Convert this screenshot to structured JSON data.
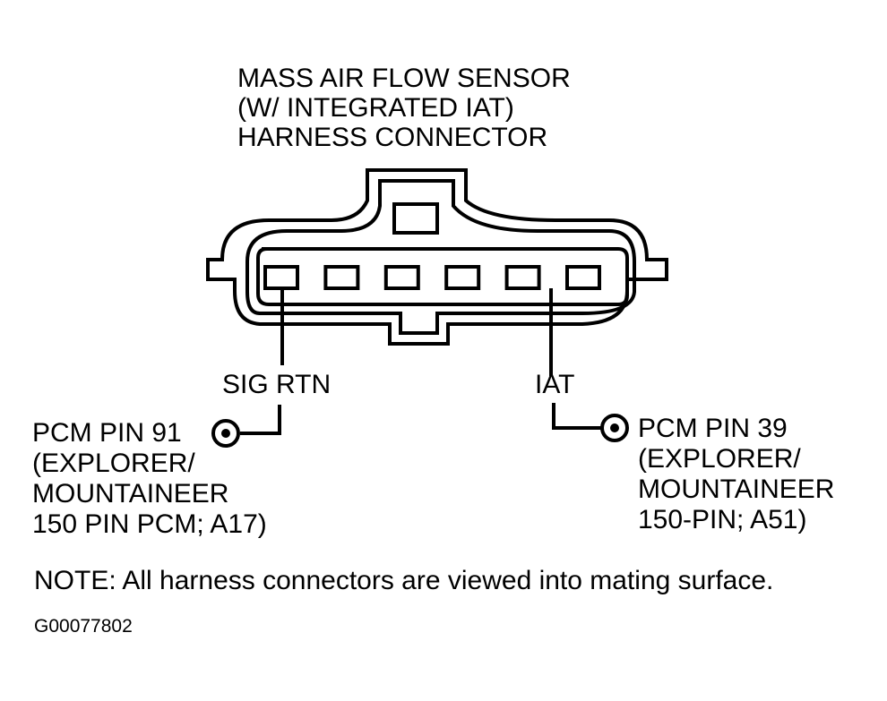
{
  "title_lines": [
    "MASS AIR FLOW SENSOR",
    "(W/ INTEGRATED IAT)",
    "HARNESS CONNECTOR"
  ],
  "connector": {
    "cavities": 6
  },
  "pins": {
    "left": {
      "label": "SIG RTN",
      "pcm_lines": [
        "PCM PIN 91",
        "(EXPLORER/",
        "MOUNTAINEER",
        "150 PIN PCM; A17)"
      ]
    },
    "right": {
      "label": "IAT",
      "pcm_lines": [
        "PCM PIN 39",
        "(EXPLORER/",
        "MOUNTAINEER",
        "150-PIN; A51)"
      ]
    }
  },
  "note": "NOTE: All harness connectors are viewed into mating surface.",
  "figure_id": "G00077802"
}
